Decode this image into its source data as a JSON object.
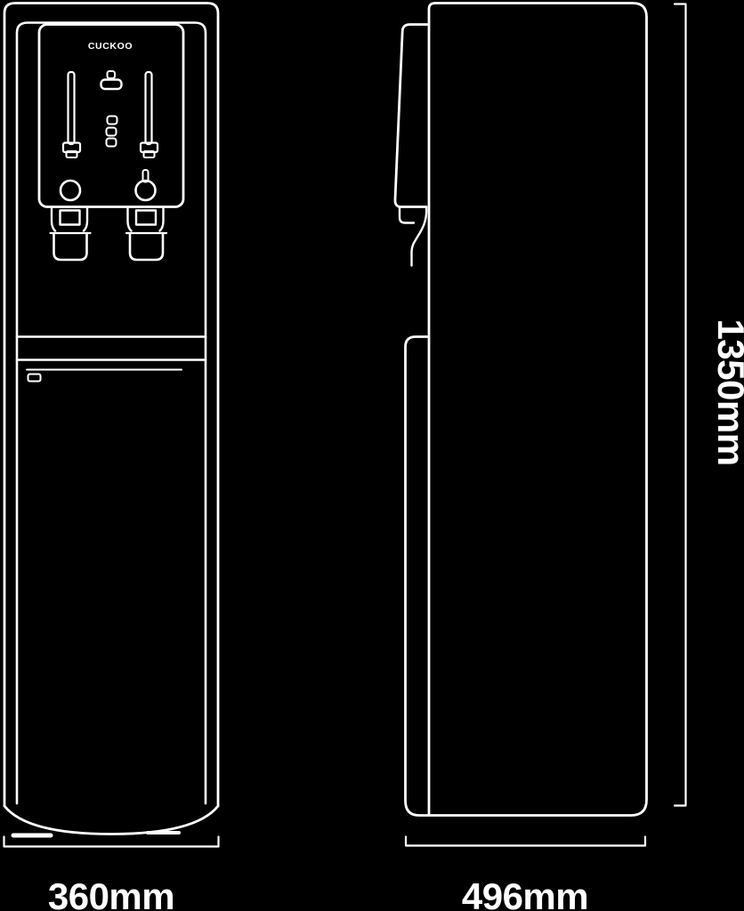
{
  "brand_logo": "CUCKOO",
  "dimensions": {
    "front_width": "360mm",
    "side_depth": "496mm",
    "height": "1350mm"
  },
  "colors": {
    "background": "#000000",
    "line": "#ffffff"
  },
  "icons": [
    "child-lock-icon",
    "indicator-led-icon",
    "left-dispense-lever",
    "right-dispense-lever",
    "left-outlet",
    "right-outlet",
    "faucet-spout"
  ]
}
